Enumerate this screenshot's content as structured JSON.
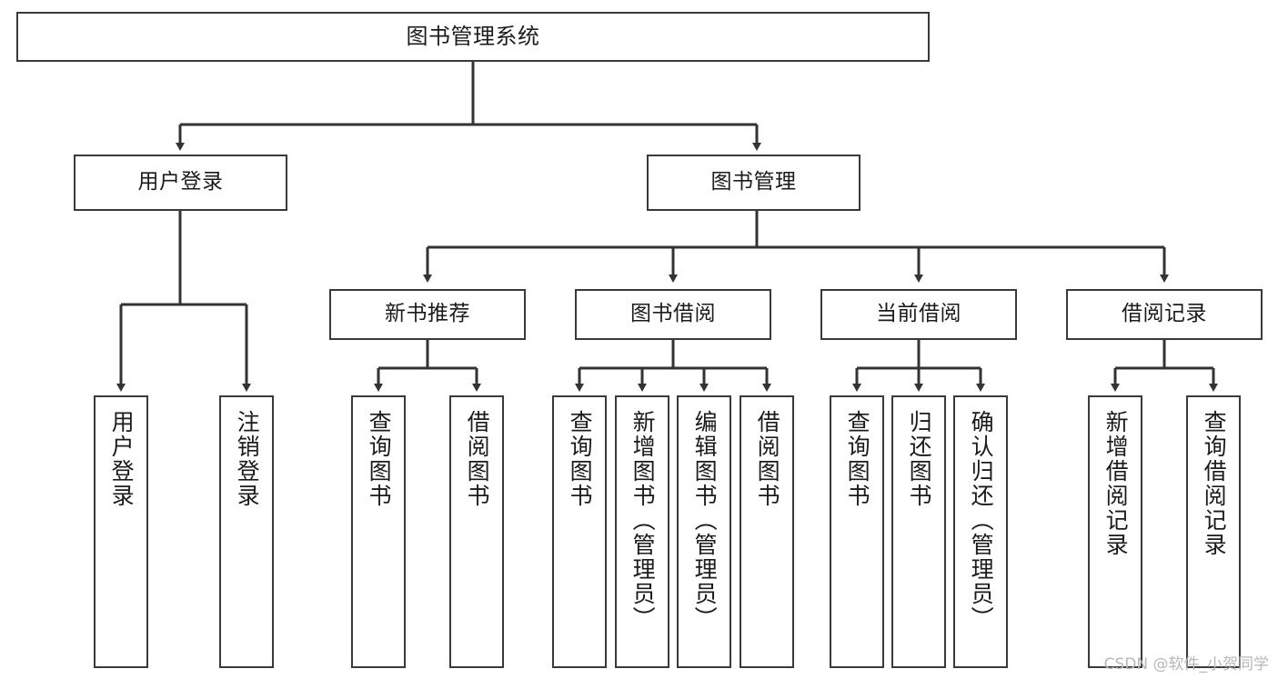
{
  "diagram": {
    "title": "图书管理系统",
    "type": "functional-structure-tree",
    "watermark": "CSDN @软件_小贺同学",
    "colors": {
      "box_border": "#3a3a3a",
      "box_fill": "#ffffff",
      "connector": "#333333",
      "text": "#1b1b1b",
      "watermark": "#b8b8b8"
    },
    "root": {
      "label": "图书管理系统"
    },
    "level2": [
      {
        "label": "用户登录"
      },
      {
        "label": "图书管理"
      }
    ],
    "level3": [
      {
        "label": "新书推荐"
      },
      {
        "label": "图书借阅"
      },
      {
        "label": "当前借阅"
      },
      {
        "label": "借阅记录"
      }
    ],
    "leaves": {
      "user_login": [
        {
          "label": "用户登录"
        },
        {
          "label": "注销登录"
        }
      ],
      "new_book_recommend": [
        {
          "label": "查询图书"
        },
        {
          "label": "借阅图书"
        }
      ],
      "book_borrow": [
        {
          "label": "查询图书"
        },
        {
          "label": "新增图书（管理员）"
        },
        {
          "label": "编辑图书（管理员）"
        },
        {
          "label": "借阅图书"
        }
      ],
      "current_borrow": [
        {
          "label": "查询图书"
        },
        {
          "label": "归还图书"
        },
        {
          "label": "确认归还（管理员）"
        }
      ],
      "borrow_record": [
        {
          "label": "新增借阅记录"
        },
        {
          "label": "查询借阅记录"
        }
      ]
    }
  }
}
